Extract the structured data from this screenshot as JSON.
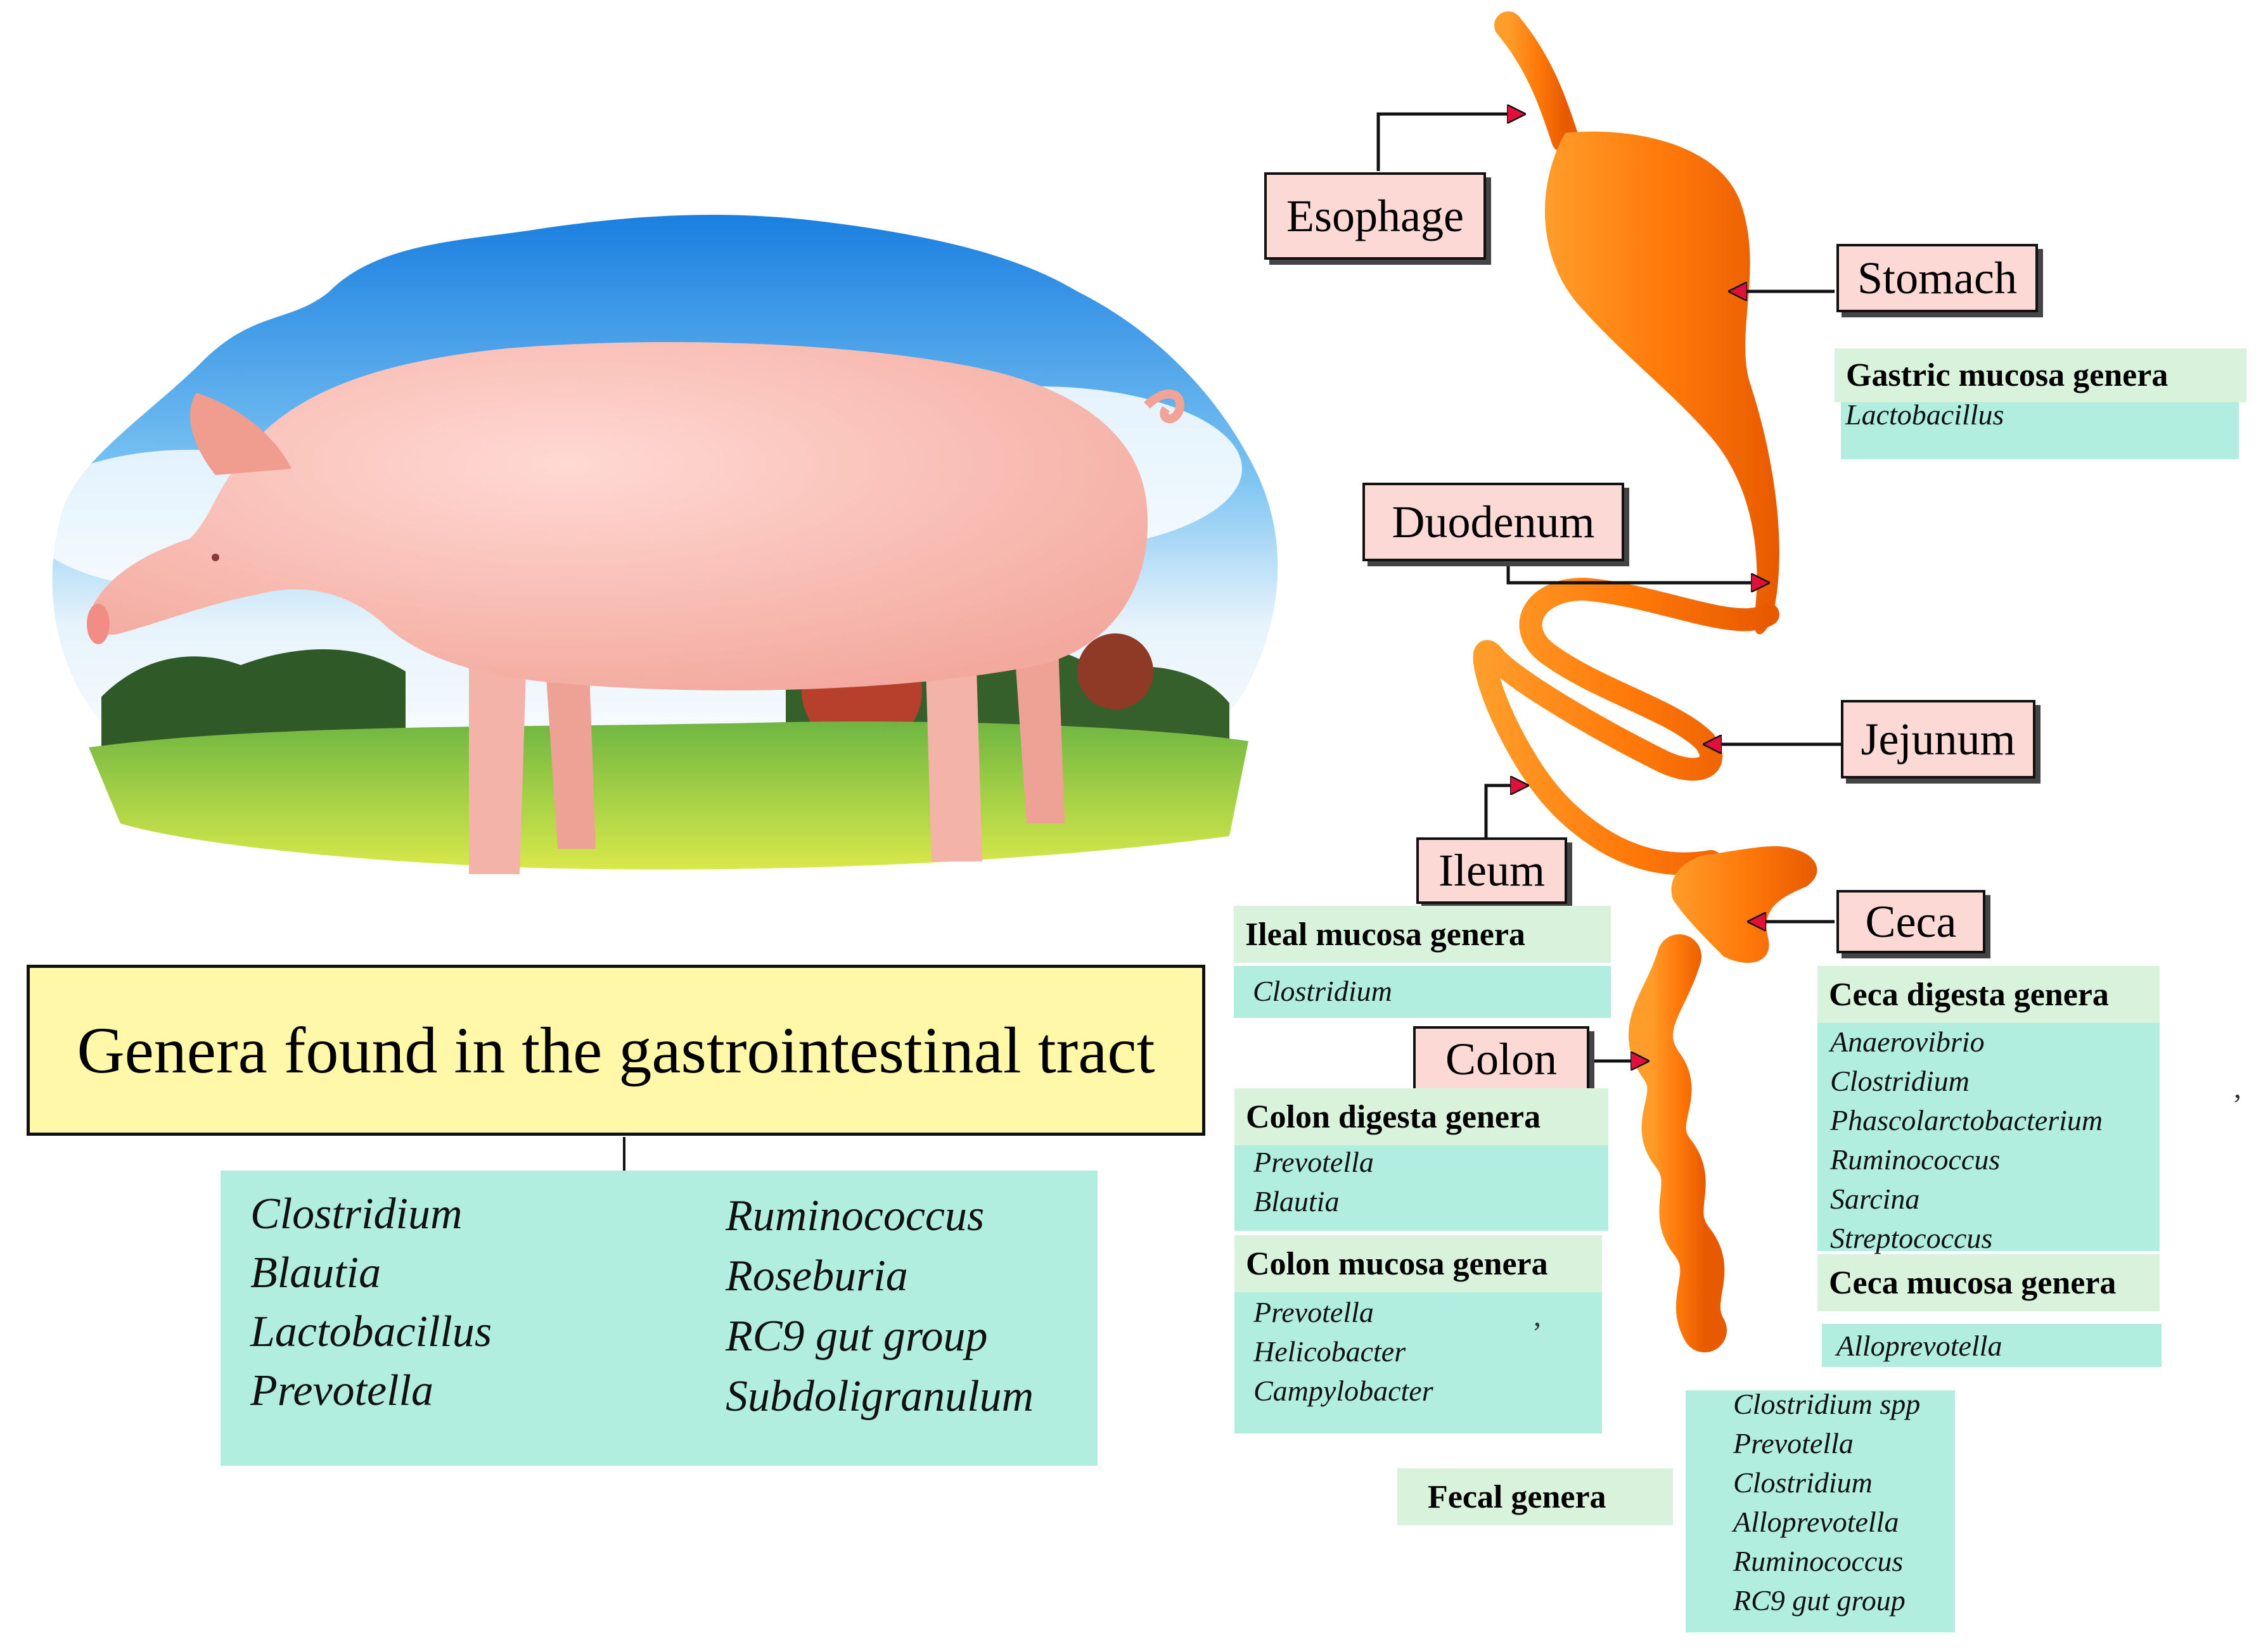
{
  "title": "Genera found in the gastrointestinal tract",
  "overall_genera": {
    "left": [
      "Clostridium",
      "Blautia",
      "Lactobacillus",
      "Prevotella"
    ],
    "right": [
      "Ruminococcus",
      "Roseburia",
      "RC9 gut group",
      "Subdoligranulum"
    ]
  },
  "organs": {
    "esophage": "Esophage",
    "stomach": "Stomach",
    "duodenum": "Duodenum",
    "jejunum": "Jejunum",
    "ileum": "Ileum",
    "ceca": "Ceca",
    "colon": "Colon"
  },
  "groups": {
    "gastric_mucosa": {
      "title": "Gastric mucosa genera",
      "items": [
        "Lactobacillus"
      ]
    },
    "ileal_mucosa": {
      "title": "Ileal mucosa genera",
      "items": [
        "Clostridium"
      ]
    },
    "ceca_digesta": {
      "title": "Ceca digesta genera",
      "items": [
        "Anaerovibrio",
        "Clostridium",
        "Phascolarctobacterium",
        "Ruminococcus",
        "Sarcina",
        "Streptococcus"
      ]
    },
    "ceca_mucosa": {
      "title": "Ceca mucosa genera",
      "items": [
        "Alloprevotella"
      ]
    },
    "colon_digesta": {
      "title": "Colon digesta genera",
      "items": [
        "Prevotella",
        "Blautia"
      ]
    },
    "colon_mucosa": {
      "title": "Colon mucosa genera",
      "items": [
        "Prevotella",
        "Helicobacter",
        "Campylobacter"
      ]
    },
    "fecal": {
      "title": "Fecal genera",
      "items": [
        "Clostridium spp",
        "Prevotella",
        "Clostridium",
        "Alloprevotella",
        "Ruminococcus",
        "RC9 gut group"
      ]
    }
  },
  "colors": {
    "organ_label_bg": "#fcd9d4",
    "genera_box": "#b2eee0",
    "header_bg": "#d9f2dc",
    "title_bg": "#fef8a8",
    "gut": "#ff8a14",
    "arrow_head": "#e0103a"
  }
}
